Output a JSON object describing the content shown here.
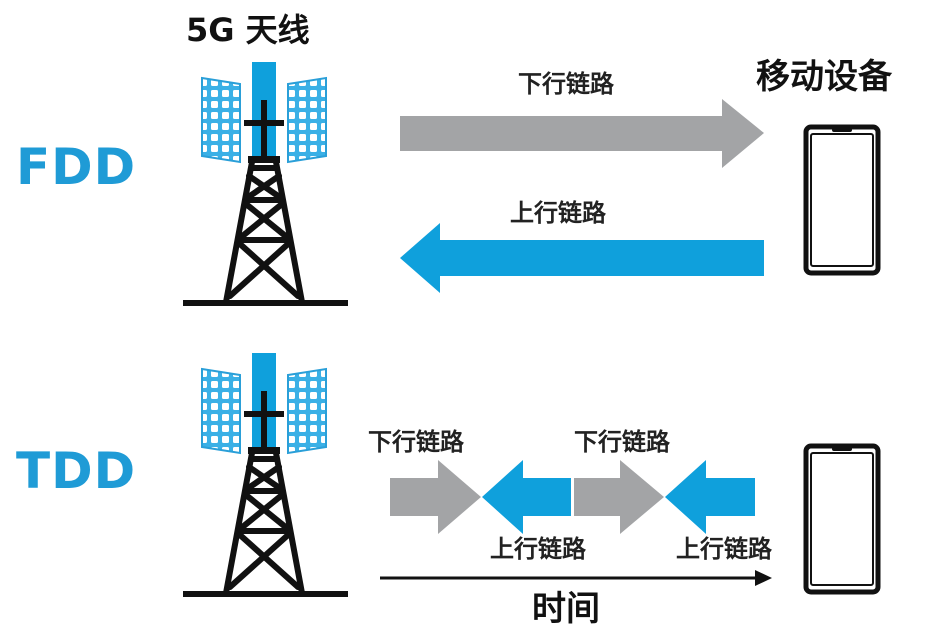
{
  "title": "5G 天线",
  "device_label": "移动设备",
  "colors": {
    "blue": "#0fa0dc",
    "gray": "#a3a4a6",
    "tower": "#111111"
  },
  "icons": [
    "antenna-tower-icon",
    "smartphone-icon"
  ],
  "fdd": {
    "mode_label": "FDD",
    "downlink_label": "下行链路",
    "uplink_label": "上行链路"
  },
  "tdd": {
    "mode_label": "TDD",
    "downlink_label_1": "下行链路",
    "downlink_label_2": "下行链路",
    "uplink_label_1": "上行链路",
    "uplink_label_2": "上行链路",
    "time_label": "时间"
  }
}
